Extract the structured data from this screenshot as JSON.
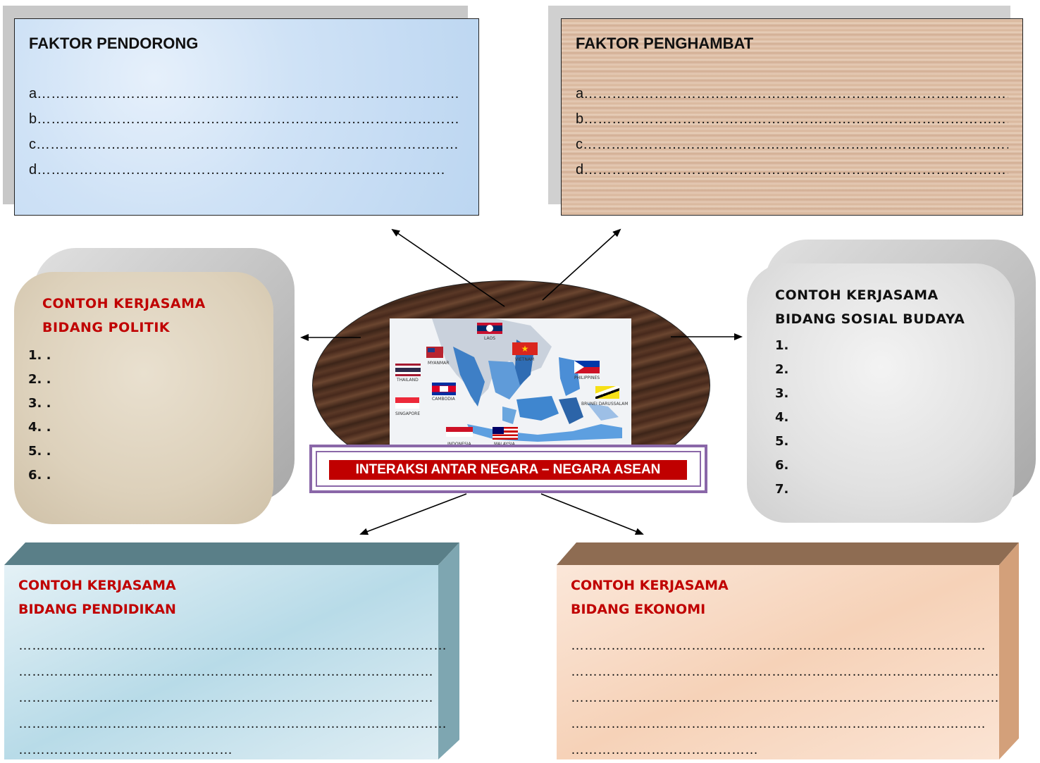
{
  "center": {
    "title": "INTERAKSI ANTAR NEGARA – NEGARA ASEAN",
    "map_labels": {
      "laos": "LAOS",
      "myanmar": "MYANMAR",
      "vietnam": "VIETNAM",
      "thailand": "THAILAND",
      "cambodia": "CAMBODIA",
      "philippines": "PHILIPPINES",
      "singapore": "SINGAPORE",
      "brunei": "BRUNEI DARUSSALAM",
      "indonesia": "INDONESIA",
      "malaysia": "MALAYSIA"
    }
  },
  "pendorong": {
    "title": "FAKTOR PENDORONG",
    "lines": [
      "a………………………………………………………………………………",
      "b………………………………………………………………………………",
      "c………………………………………………………………………………",
      "d……………………………………………………………………………"
    ]
  },
  "penghambat": {
    "title": "FAKTOR PENGHAMBAT",
    "lines": [
      "a………………………………………………………………………………………",
      "b…………………………………………………………………………………….",
      "c……………………………………………………………………………………",
      "d………………………………………………………………………………………"
    ]
  },
  "politik": {
    "title_line1": "CONTOH KERJASAMA",
    "title_line2": "BIDANG POLITIK",
    "items": [
      "1.   .",
      "2.   .",
      "3.   .",
      "4.   .",
      "5.   .",
      "6.   ."
    ]
  },
  "sosial": {
    "title_line1": "CONTOH KERJASAMA",
    "title_line2": "BIDANG SOSIAL BUDAYA",
    "items": [
      "1.",
      "2.",
      "3.",
      "4.",
      "5.",
      "6.",
      "7."
    ]
  },
  "pendidikan": {
    "title_line1": "CONTOH KERJASAMA",
    "title_line2": "BIDANG PENDIDIKAN",
    "lines": [
      "……………………………………………………………………………………",
      "…………………………………………………………………………………",
      "…………………………………………………………………………………",
      "……………………………………………………………………………………",
      "…………………………………………"
    ]
  },
  "ekonomi": {
    "title_line1": "CONTOH KERJASAMA",
    "title_line2": "BIDANG EKONOMI",
    "lines": [
      "…………………………………………………………………………………",
      "……………………………………………………………………………………",
      "……………………………………………………………………………………",
      "…………………………………………………………………………………",
      "……………………………………"
    ]
  },
  "colors": {
    "title_red": "#c00000",
    "frame_purple": "#8a67a8",
    "pendidikan_top": "#5a7f88",
    "pendidikan_side": "#7ea6b1",
    "ekonomi_top": "#8e6c52",
    "ekonomi_side": "#d3a07a"
  }
}
